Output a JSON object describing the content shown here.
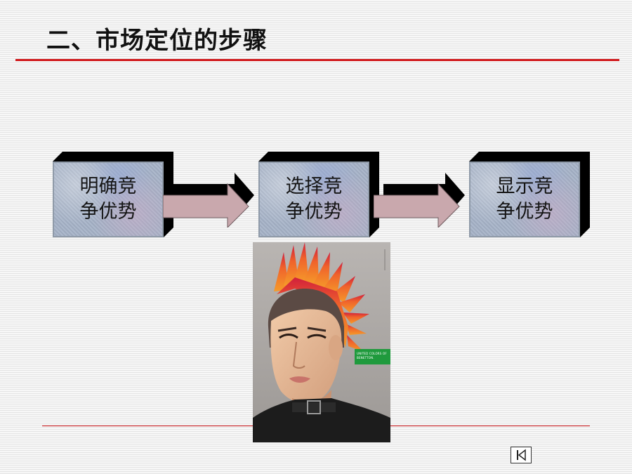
{
  "slide": {
    "title": "二、市场定位的步骤"
  },
  "steps": [
    {
      "label": "明确竞争优势"
    },
    {
      "label": "选择竞争优势"
    },
    {
      "label": "显示竞争优势"
    }
  ],
  "photo": {
    "badge_text": "UNITED COLORS OF BENETTON."
  },
  "icons": {
    "nav_first": "skip-to-first-icon"
  },
  "colors": {
    "title_rule": "#d0181b",
    "badge": "#1f9a3d",
    "box_face": "#a6b3c8",
    "arrow_fill": "#c9a8ad"
  }
}
